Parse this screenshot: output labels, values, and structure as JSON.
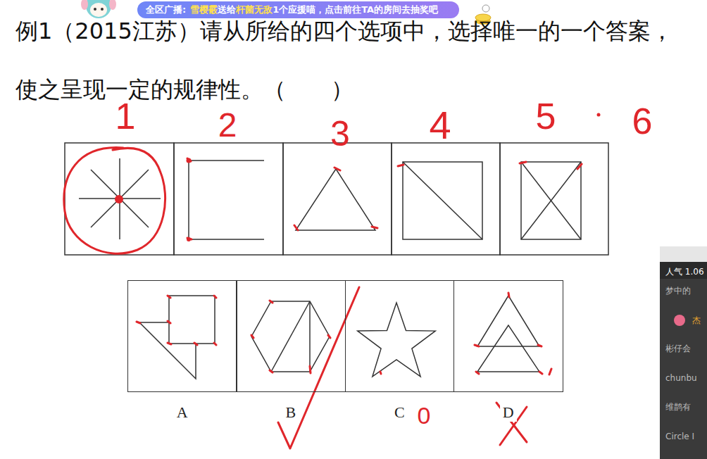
{
  "diagram": {
    "title": "例1（2015江苏）请从所给的四个选项中，选择唯一的一个答案，使之呈现一定的规律性。（　　）",
    "nodes": [
      {
        "text": [
          "全区广播:",
          "雪樱霰",
          "送给",
          "杆菌无敌",
          "1个应援喵，点击前往TA的房间去抽奖吧"
        ]
      },
      {
        "text": [
          "A"
        ]
      },
      {
        "text": [
          "B"
        ]
      },
      {
        "text": [
          "C"
        ]
      },
      {
        "text": [
          "D"
        ]
      },
      {
        "text": [
          "人气 1.06",
          "梦中的",
          "杰",
          "彬仔会",
          "chunbu",
          "维鹊有",
          "Circle I"
        ]
      }
    ],
    "labels": [
      "1",
      "2",
      "3",
      "4",
      "5",
      "6",
      "0"
    ]
  }
}
